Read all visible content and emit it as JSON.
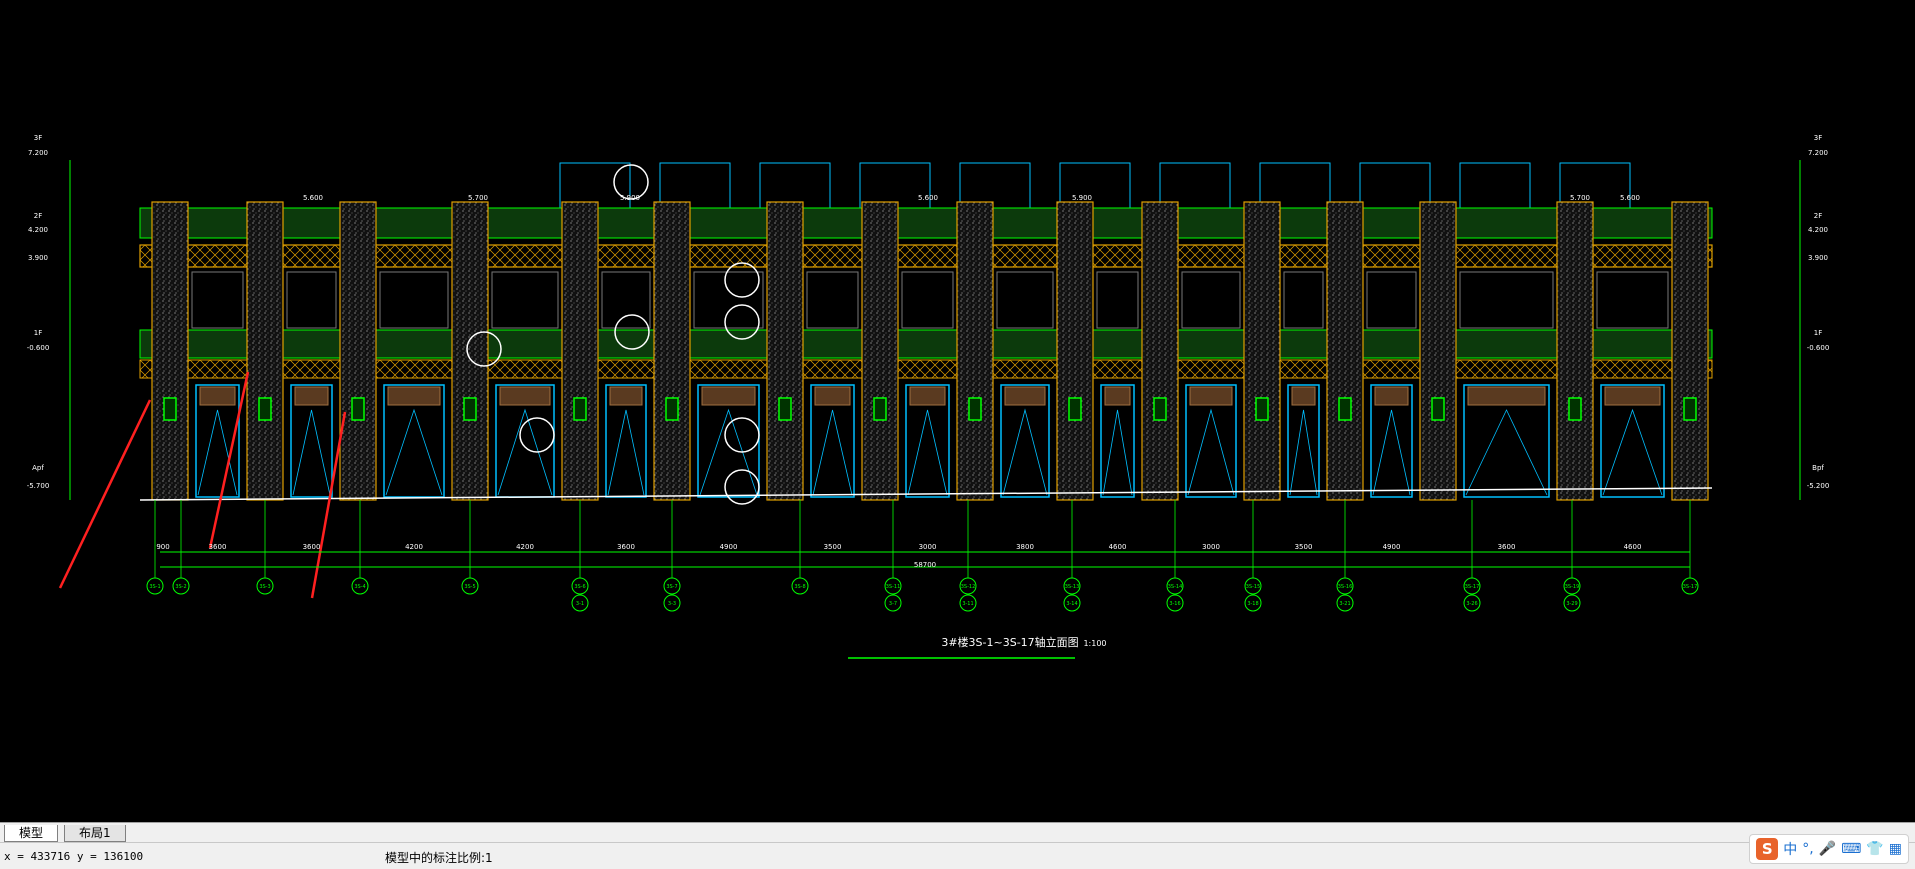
{
  "drawing": {
    "title_text": "3#楼3S-1~3S-17轴立面图",
    "scale_text": "1:100",
    "total_dim": "58700",
    "dims": [
      "3600",
      "3600",
      "4200",
      "4200",
      "3600",
      "4900",
      "3500",
      "3000",
      "3800",
      "4600",
      "3000",
      "3500",
      "4900",
      "3600",
      "4600"
    ],
    "first_dim": "900",
    "axis_labels": [
      "3S-1",
      "3S-2",
      "3S-3",
      "3S-4",
      "3S-5",
      "3S-6",
      "3S-7",
      "3S-8",
      "3S-11",
      "3S-12",
      "3S-13",
      "3S-14",
      "3S-15",
      "3S-16",
      "3S-17",
      "3S-19",
      "3S-17"
    ],
    "axis_sub_labels": [
      "3-1",
      "3-3",
      "3-7",
      "3-11",
      "3-14",
      "3-16",
      "3-18",
      "3-21",
      "3-26",
      "3-29"
    ],
    "left_levels": [
      "3F",
      "7.200",
      "2F",
      "4.200",
      "3.900",
      "1F",
      "-0.600",
      "Apf",
      "-5.700"
    ],
    "right_levels": [
      "3F",
      "7.200",
      "2F",
      "4.200",
      "3.900",
      "1F",
      "-0.600",
      "Bpf",
      "-5.200"
    ],
    "top_marks": [
      "5.600",
      "5.700",
      "5.900",
      "5.600",
      "5.900",
      "5.700",
      "5.600"
    ],
    "colors": {
      "green": "#00ff00",
      "yellow": "#ffff00",
      "cyan": "#00bfff",
      "orange": "#e0a000",
      "magenta": "#ff00ff",
      "red": "#ff2020",
      "brown": "#a07040",
      "white": "#ffffff"
    }
  },
  "tabs": {
    "model": "模型",
    "layout": "布局1"
  },
  "status": {
    "coords": "x = 433716  y = 136100",
    "scale_note": "模型中的标注比例:1"
  },
  "ime": {
    "logo": "S",
    "lang": "中",
    "punct": "°,",
    "mic": "mic-icon",
    "keyboard": "keyboard-icon",
    "shirt": "shirt-icon",
    "grid": "grid-icon"
  }
}
